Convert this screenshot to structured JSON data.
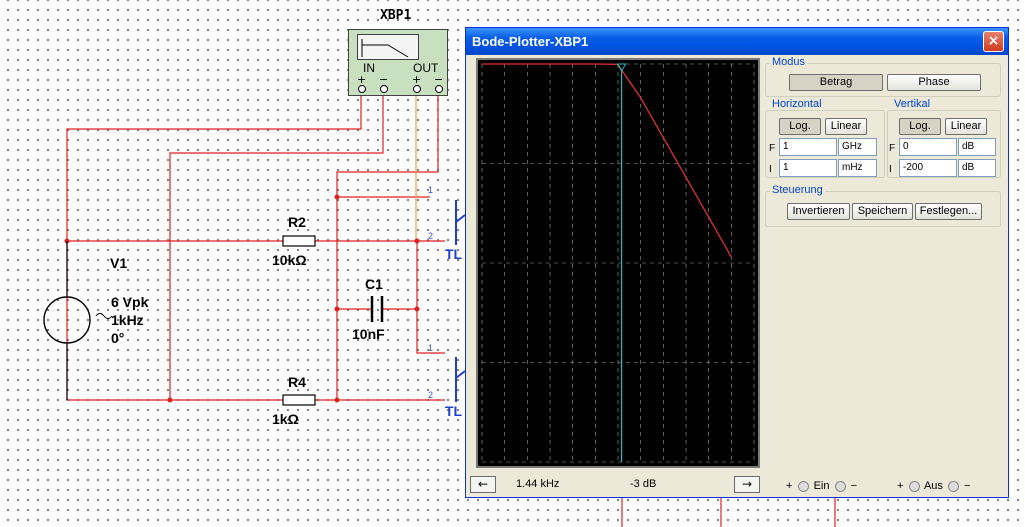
{
  "schematic": {
    "instrument_name": "XBP1",
    "instrument_in": "IN",
    "instrument_out": "OUT",
    "pin_plus": "+",
    "pin_minus": "−",
    "source": {
      "name": "V1",
      "amplitude": "6 Vpk",
      "frequency": "1kHz",
      "phase": "0°"
    },
    "r2": {
      "name": "R2",
      "value": "10kΩ"
    },
    "c1": {
      "name": "C1",
      "value": "10nF"
    },
    "r4": {
      "name": "R4",
      "value": "1kΩ"
    },
    "tl_top": "TL",
    "tl_bottom": "TL",
    "pins": [
      "1",
      "2",
      "1",
      "2"
    ],
    "colors": {
      "wire_red": "#e02020",
      "wire_orange": "#e8a040",
      "tl_blue": "#1f3fd0"
    }
  },
  "window": {
    "title": "Bode-Plotter-XBP1",
    "close_icon": "×",
    "modus": {
      "label": "Modus",
      "betrag": "Betrag",
      "phase": "Phase",
      "selected": "Betrag"
    },
    "horizontal": {
      "label": "Horizontal",
      "log": "Log.",
      "linear": "Linear",
      "selected": "Log.",
      "f_label": "F",
      "i_label": "I",
      "f_value": "1",
      "f_unit": "GHz",
      "i_value": "1",
      "i_unit": "mHz"
    },
    "vertikal": {
      "label": "Vertikal",
      "log": "Log.",
      "linear": "Linear",
      "selected": "Log.",
      "f_label": "F",
      "i_label": "I",
      "f_value": "0",
      "f_unit": "dB",
      "i_value": "-200",
      "i_unit": "dB"
    },
    "steuerung": {
      "label": "Steuerung",
      "invertieren": "Invertieren",
      "speichern": "Speichern",
      "festlegen": "Festlegen..."
    },
    "readout": {
      "left_arrow": "←",
      "right_arrow": "→",
      "frequency": "1.44 kHz",
      "gain": "-3 dB"
    },
    "terminals": {
      "plus": "+",
      "minus": "−",
      "ein": "Ein",
      "aus": "Aus"
    }
  },
  "chart_data": {
    "type": "line",
    "title": "",
    "xlabel": "",
    "ylabel": "",
    "x_scale": "log",
    "xlim": [
      "1 mHz",
      "1 GHz"
    ],
    "ylim": [
      -200,
      0
    ],
    "x_unit": "Hz",
    "y_unit": "dB",
    "grid": true,
    "series": [
      {
        "x": [
          0.001,
          10,
          100,
          1000,
          1440,
          10000,
          100000,
          1000000,
          10000000,
          100000000
        ],
        "y": [
          0,
          0,
          0,
          -0.2,
          -3,
          -17,
          -37,
          -57,
          -77,
          -97
        ]
      }
    ],
    "cursor": {
      "x": 1440,
      "y": -3
    },
    "colors": {
      "trace": "#e03030",
      "cursor": "#20c0c0",
      "grid": "#a0a0a0"
    }
  }
}
